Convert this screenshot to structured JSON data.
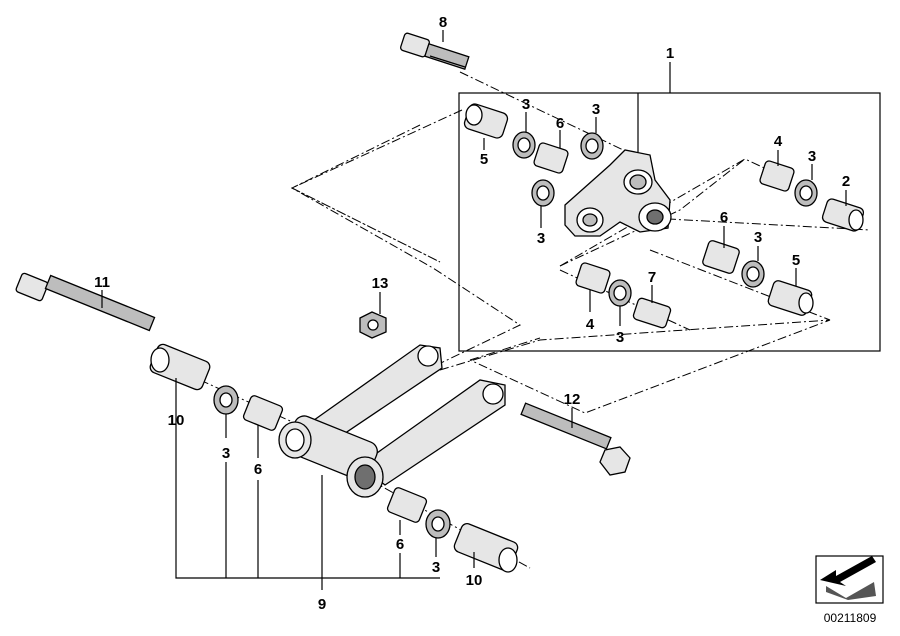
{
  "callouts": {
    "c1": "1",
    "c2": "2",
    "c3a": "3",
    "c3b": "3",
    "c3c": "3",
    "c3d": "3",
    "c3e": "3",
    "c3f": "3",
    "c3g": "3",
    "c3h": "3",
    "c4a": "4",
    "c4b": "4",
    "c5a": "5",
    "c5b": "5",
    "c6a": "6",
    "c6b": "6",
    "c6c": "6",
    "c6d": "6",
    "c7": "7",
    "c8": "8",
    "c9": "9",
    "c10a": "10",
    "c10b": "10",
    "c11": "11",
    "c12": "12",
    "c13": "13"
  },
  "doc_id": "00211809",
  "colors": {
    "line": "#000000",
    "fill_light": "#e6e6e6",
    "fill_mid": "#bdbdbd",
    "fill_dark": "#6f6f6f"
  },
  "icons": {
    "corner": "arrow-pointer-icon"
  }
}
